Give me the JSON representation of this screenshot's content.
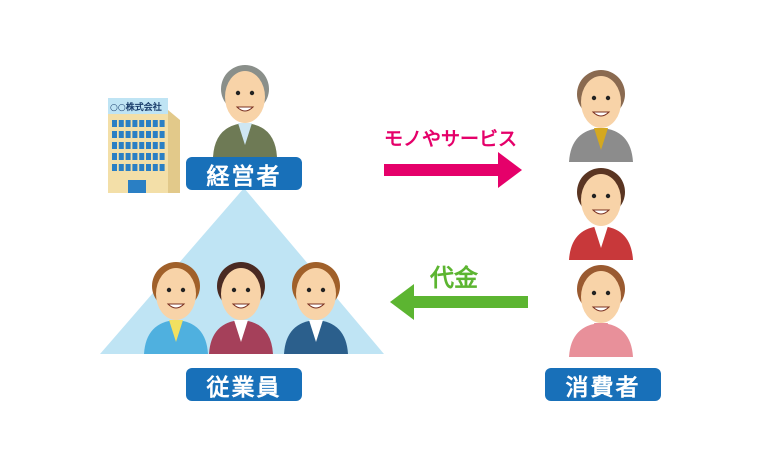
{
  "company": {
    "name": "○○株式会社"
  },
  "groups": {
    "management": "経営者",
    "employees": "従業員",
    "consumers": "消費者"
  },
  "flows": {
    "goods": {
      "label": "モノやサービス",
      "color": "#e5006a"
    },
    "payment": {
      "label": "代金",
      "color": "#5cb531"
    }
  },
  "colors": {
    "label_bg": "#1870b9",
    "triangle": "#bfe4f4",
    "building": "#f3dfa8"
  }
}
